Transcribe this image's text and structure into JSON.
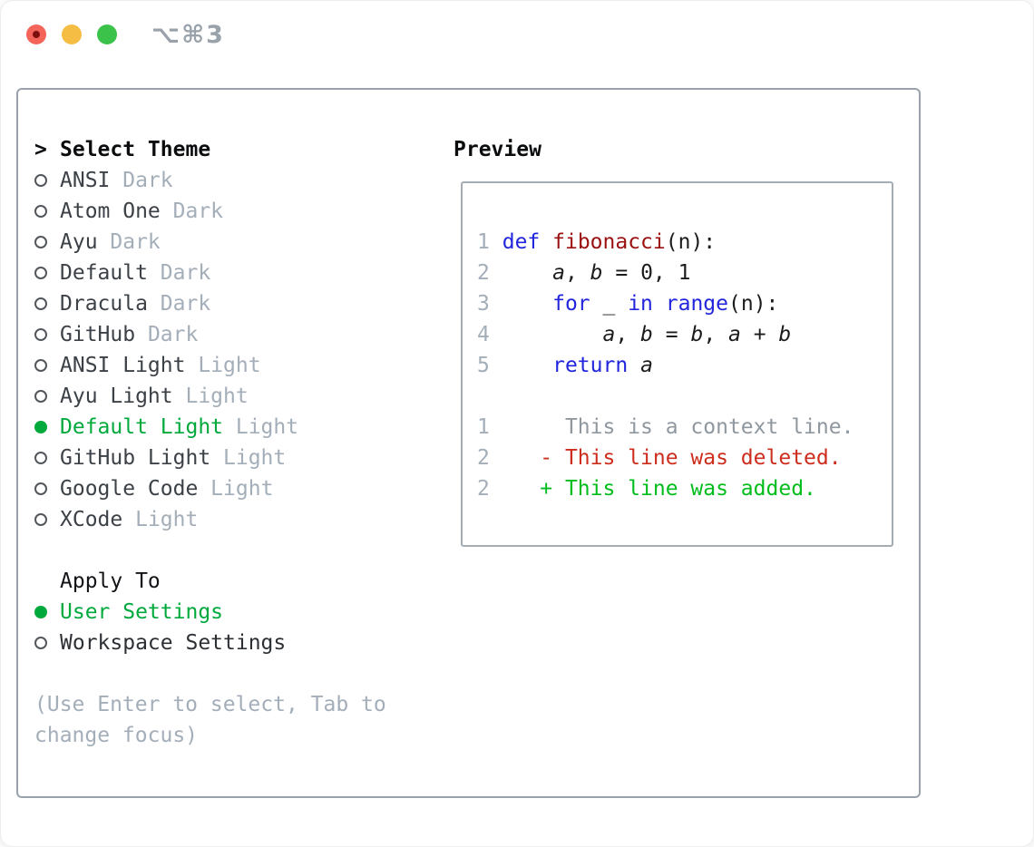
{
  "window": {
    "shortcut": "⌥⌘3"
  },
  "traffic_lights": [
    {
      "name": "close",
      "color": "#f4645a",
      "dot": "#7c100c"
    },
    {
      "name": "minimize",
      "color": "#f6bd44"
    },
    {
      "name": "zoom",
      "color": "#3bc24a"
    }
  ],
  "picker": {
    "prompt": ">",
    "title": "Select Theme",
    "themes": [
      {
        "name": "ANSI",
        "tag": "Dark",
        "selected": false
      },
      {
        "name": "Atom One",
        "tag": "Dark",
        "selected": false
      },
      {
        "name": "Ayu",
        "tag": "Dark",
        "selected": false
      },
      {
        "name": "Default",
        "tag": "Dark",
        "selected": false
      },
      {
        "name": "Dracula",
        "tag": "Dark",
        "selected": false
      },
      {
        "name": "GitHub",
        "tag": "Dark",
        "selected": false
      },
      {
        "name": "ANSI Light",
        "tag": "Light",
        "selected": false
      },
      {
        "name": "Ayu Light",
        "tag": "Light",
        "selected": false
      },
      {
        "name": "Default Light",
        "tag": "Light",
        "selected": true
      },
      {
        "name": "GitHub Light",
        "tag": "Light",
        "selected": false
      },
      {
        "name": "Google Code",
        "tag": "Light",
        "selected": false
      },
      {
        "name": "XCode",
        "tag": "Light",
        "selected": false
      }
    ],
    "apply_to_title": "Apply To",
    "apply_options": [
      {
        "label": "User Settings",
        "selected": true
      },
      {
        "label": "Workspace Settings",
        "selected": false
      }
    ],
    "hint_lines": [
      "(Use Enter to select, Tab to",
      "change focus)"
    ]
  },
  "preview": {
    "title": "Preview",
    "lines": [
      {
        "num": "1",
        "tokens": [
          {
            "t": " "
          },
          {
            "c": "kw",
            "t": "def"
          },
          {
            "t": " "
          },
          {
            "c": "fn",
            "t": "fibonacci"
          },
          {
            "t": "(n):"
          }
        ]
      },
      {
        "num": "2",
        "tokens": [
          {
            "t": "     "
          },
          {
            "c": "var",
            "t": "a"
          },
          {
            "t": ", "
          },
          {
            "c": "var",
            "t": "b"
          },
          {
            "t": " = 0, 1"
          }
        ]
      },
      {
        "num": "3",
        "tokens": [
          {
            "t": "     "
          },
          {
            "c": "kw",
            "t": "for"
          },
          {
            "t": " _ "
          },
          {
            "c": "kw",
            "t": "in"
          },
          {
            "t": " "
          },
          {
            "c": "kw",
            "t": "range"
          },
          {
            "t": "(n):"
          }
        ]
      },
      {
        "num": "4",
        "tokens": [
          {
            "t": "         "
          },
          {
            "c": "var",
            "t": "a"
          },
          {
            "t": ", "
          },
          {
            "c": "var",
            "t": "b"
          },
          {
            "t": " = "
          },
          {
            "c": "var",
            "t": "b"
          },
          {
            "t": ", "
          },
          {
            "c": "var",
            "t": "a"
          },
          {
            "t": " + "
          },
          {
            "c": "var",
            "t": "b"
          }
        ]
      },
      {
        "num": "5",
        "tokens": [
          {
            "t": "     "
          },
          {
            "c": "kw",
            "t": "return"
          },
          {
            "t": " "
          },
          {
            "c": "var",
            "t": "a"
          }
        ]
      },
      {
        "num": "",
        "tokens": []
      },
      {
        "num": "1",
        "tokens": [
          {
            "c": "ctx",
            "t": "      This is a context line."
          }
        ]
      },
      {
        "num": "2",
        "tokens": [
          {
            "c": "del",
            "t": "    - This line was deleted."
          }
        ]
      },
      {
        "num": "2",
        "tokens": [
          {
            "c": "add",
            "t": "    + This line was added."
          }
        ]
      }
    ]
  },
  "colors": {
    "accent_green": "#00a93c",
    "added_green": "#00bd1c",
    "deleted_red": "#cd2d1d",
    "keyword_blue": "#2125dc",
    "function_red": "#9b1010",
    "text_dark": "#3c4147",
    "muted_gray": "#a4aeb9",
    "context_gray": "#8f979f",
    "border_gray": "#99a2ac",
    "title_black": "#0a0c0e",
    "shortcut_gray": "#99a1aa"
  }
}
